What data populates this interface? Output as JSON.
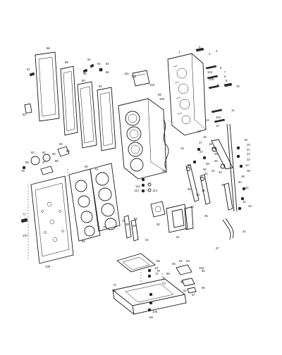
{
  "diagram": {
    "labels": [
      {
        "id": "c1",
        "text": "1"
      },
      {
        "id": "c2",
        "text": "2"
      },
      {
        "id": "c3",
        "text": "3"
      },
      {
        "id": "c4",
        "text": "4"
      },
      {
        "id": "c5",
        "text": "5"
      },
      {
        "id": "c6",
        "text": "6"
      },
      {
        "id": "c7",
        "text": "7"
      },
      {
        "id": "c8",
        "text": "8"
      },
      {
        "id": "c9",
        "text": "9"
      },
      {
        "id": "c10",
        "text": "10"
      },
      {
        "id": "c11",
        "text": "11"
      },
      {
        "id": "c12",
        "text": "12"
      },
      {
        "id": "c13",
        "text": "13"
      },
      {
        "id": "c14",
        "text": "14"
      },
      {
        "id": "c15",
        "text": "15"
      },
      {
        "id": "c16",
        "text": "16"
      },
      {
        "id": "c17",
        "text": "17"
      },
      {
        "id": "c18",
        "text": "18"
      },
      {
        "id": "c19",
        "text": "19"
      },
      {
        "id": "c20",
        "text": "20"
      },
      {
        "id": "c21",
        "text": "21"
      },
      {
        "id": "c22",
        "text": "22"
      },
      {
        "id": "c23",
        "text": "23"
      },
      {
        "id": "c24",
        "text": "24"
      },
      {
        "id": "c25",
        "text": "25"
      },
      {
        "id": "c26",
        "text": "26"
      },
      {
        "id": "c27",
        "text": "27"
      },
      {
        "id": "c28",
        "text": "28"
      },
      {
        "id": "c29",
        "text": "29"
      },
      {
        "id": "c30",
        "text": "30"
      },
      {
        "id": "c31",
        "text": "31"
      },
      {
        "id": "c32",
        "text": "32"
      },
      {
        "id": "c33",
        "text": "33"
      },
      {
        "id": "c34",
        "text": "34"
      },
      {
        "id": "c35",
        "text": "35"
      },
      {
        "id": "c36",
        "text": "36"
      },
      {
        "id": "c37",
        "text": "37"
      },
      {
        "id": "c38",
        "text": "38"
      },
      {
        "id": "c39",
        "text": "39"
      },
      {
        "id": "c40",
        "text": "40"
      },
      {
        "id": "c41",
        "text": "41"
      },
      {
        "id": "c42",
        "text": "42"
      },
      {
        "id": "c43",
        "text": "43"
      },
      {
        "id": "c44",
        "text": "44"
      },
      {
        "id": "c45",
        "text": "45"
      },
      {
        "id": "c46",
        "text": "46"
      },
      {
        "id": "c47",
        "text": "47"
      },
      {
        "id": "c48",
        "text": "48"
      },
      {
        "id": "c49",
        "text": "49"
      },
      {
        "id": "c50",
        "text": "50"
      },
      {
        "id": "c51",
        "text": "51"
      },
      {
        "id": "c52",
        "text": "52"
      },
      {
        "id": "c53",
        "text": "53"
      },
      {
        "id": "c54",
        "text": "54"
      },
      {
        "id": "c55",
        "text": "55"
      },
      {
        "id": "c56",
        "text": "56"
      },
      {
        "id": "c57",
        "text": "57"
      },
      {
        "id": "c58",
        "text": "58"
      },
      {
        "id": "c59",
        "text": "59"
      },
      {
        "id": "c60",
        "text": "60"
      },
      {
        "id": "c61",
        "text": "61"
      },
      {
        "id": "c62",
        "text": "62"
      },
      {
        "id": "c63",
        "text": "63"
      },
      {
        "id": "c64",
        "text": "64"
      },
      {
        "id": "c65",
        "text": "65"
      },
      {
        "id": "c66",
        "text": "66"
      },
      {
        "id": "c67",
        "text": "67"
      },
      {
        "id": "c68",
        "text": "68"
      },
      {
        "id": "c69",
        "text": "69"
      },
      {
        "id": "c70",
        "text": "70"
      },
      {
        "id": "c71",
        "text": "71"
      },
      {
        "id": "c72",
        "text": "72"
      },
      {
        "id": "c73",
        "text": "73"
      },
      {
        "id": "c74",
        "text": "74"
      },
      {
        "id": "c75",
        "text": "75"
      },
      {
        "id": "c76",
        "text": "76"
      },
      {
        "id": "c77",
        "text": "77"
      },
      {
        "id": "c78",
        "text": "78"
      },
      {
        "id": "c79",
        "text": "79"
      },
      {
        "id": "c80",
        "text": "80"
      },
      {
        "id": "c81",
        "text": "81"
      },
      {
        "id": "c82",
        "text": "82"
      },
      {
        "id": "c83",
        "text": "83"
      },
      {
        "id": "c84",
        "text": "84"
      },
      {
        "id": "c85",
        "text": "85"
      },
      {
        "id": "c86",
        "text": "86"
      },
      {
        "id": "c87",
        "text": "87"
      },
      {
        "id": "c88",
        "text": "88"
      },
      {
        "id": "c89",
        "text": "89"
      },
      {
        "id": "c90",
        "text": "90"
      },
      {
        "id": "c91",
        "text": "91"
      },
      {
        "id": "c92",
        "text": "92"
      },
      {
        "id": "c93",
        "text": "93"
      },
      {
        "id": "c94",
        "text": "94"
      },
      {
        "id": "c95",
        "text": "95"
      },
      {
        "id": "c96",
        "text": "96"
      },
      {
        "id": "c97",
        "text": "97"
      },
      {
        "id": "c98",
        "text": "98"
      },
      {
        "id": "c99",
        "text": "99"
      },
      {
        "id": "c100",
        "text": "100"
      },
      {
        "id": "c101",
        "text": "101"
      },
      {
        "id": "c102",
        "text": "102"
      },
      {
        "id": "c103",
        "text": "103"
      },
      {
        "id": "c104",
        "text": "104"
      },
      {
        "id": "c105",
        "text": "105"
      },
      {
        "id": "c106",
        "text": "106"
      },
      {
        "id": "c107",
        "text": "107"
      },
      {
        "id": "c108",
        "text": "108"
      },
      {
        "id": "c109",
        "text": "109"
      },
      {
        "id": "c110",
        "text": "110"
      },
      {
        "id": "c111",
        "text": "111"
      },
      {
        "id": "c112",
        "text": "112"
      },
      {
        "id": "c113",
        "text": "113"
      },
      {
        "id": "c114",
        "text": "114"
      }
    ]
  }
}
